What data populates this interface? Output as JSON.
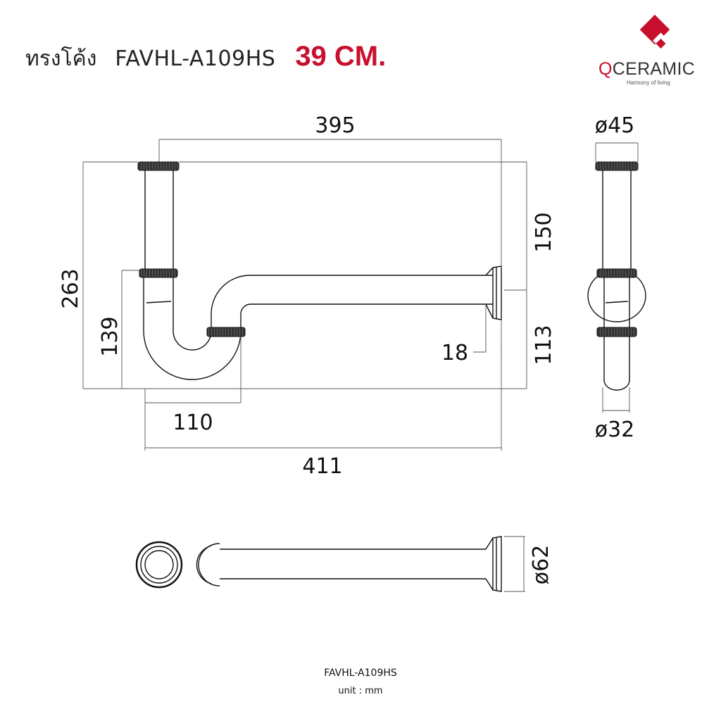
{
  "header": {
    "title_thai": "ทรงโค้ง",
    "model": "FAVHL-A109HS",
    "size": "39 CM."
  },
  "logo": {
    "brand_q": "Q",
    "brand_rest": "CERAMIC",
    "tagline": "Harmony of living",
    "accent_color": "#c8102e"
  },
  "dimensions": {
    "top_length": "395",
    "total_height": "263",
    "upper_height": "150",
    "lower_height": "113",
    "inner_height": "139",
    "trap_width": "110",
    "total_length": "411",
    "offset": "18",
    "top_diameter": "ø45",
    "bottom_diameter": "ø32",
    "flange_diameter": "ø62"
  },
  "footer": {
    "model": "FAVHL-A109HS",
    "unit": "unit : mm"
  }
}
